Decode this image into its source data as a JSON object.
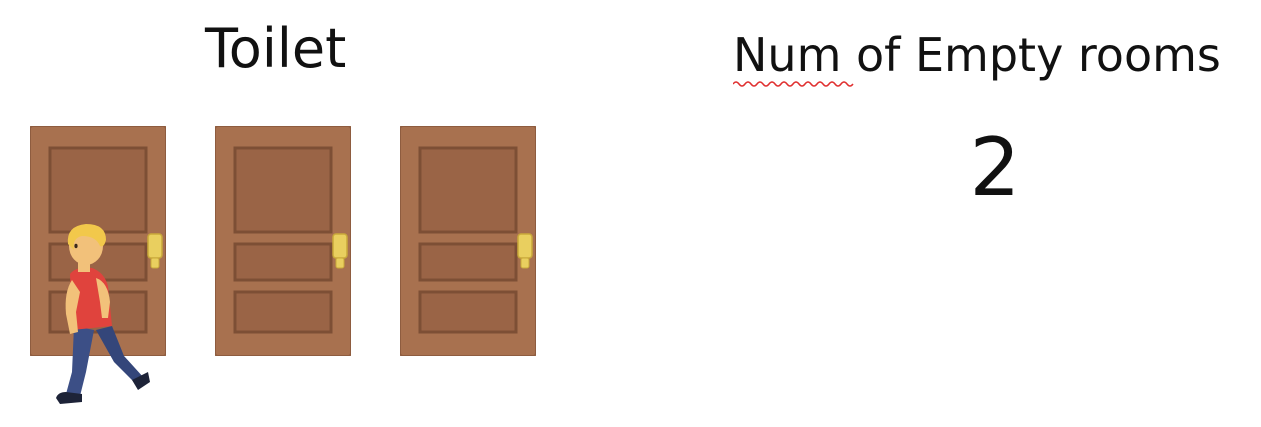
{
  "toilet": {
    "title": "Toilet",
    "doors": [
      {
        "name": "door-1",
        "occupied": true
      },
      {
        "name": "door-2",
        "occupied": false
      },
      {
        "name": "door-3",
        "occupied": false
      }
    ]
  },
  "counter": {
    "label": "Num of Empty rooms",
    "value": "2"
  },
  "colors": {
    "door_wood": "#a8714f",
    "door_dark": "#8e5c3f",
    "handle": "#e9cf5f",
    "shirt": "#e0433d",
    "pants": "#3c4f86",
    "hair": "#f2c84b",
    "spellcheck": "#e03030"
  },
  "icons": {
    "door": "door-icon",
    "person": "person-walking-icon"
  }
}
